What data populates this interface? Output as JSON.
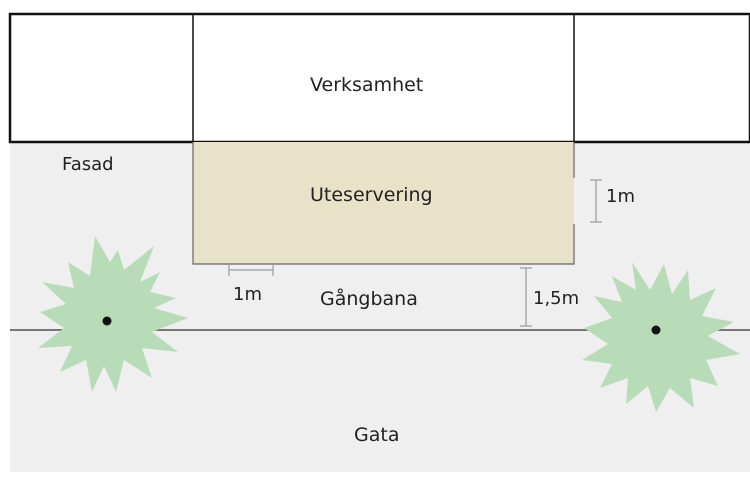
{
  "labels": {
    "verksamhet": "Verksamhet",
    "fasad": "Fasad",
    "uteservering": "Uteservering",
    "gangbana": "Gångbana",
    "gata": "Gata",
    "dim_1m_right": "1m",
    "dim_1m_bottom": "1m",
    "dim_1_5m": "1,5m"
  },
  "colors": {
    "ground": "#efefef",
    "building_fill": "#ffffff",
    "building_stroke": "#111111",
    "uteservering_fill": "#e8e2c8",
    "tree_fill": "#b9dcb8",
    "line": "#777777",
    "dim_line": "#9a9a9a"
  }
}
